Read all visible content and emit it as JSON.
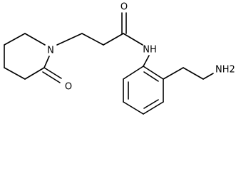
{
  "diagram": {
    "type": "chemical-structure",
    "atoms": {
      "carbonyl_oxygen": "O",
      "amide_nitrogen": "NH",
      "ring_nitrogen": "N",
      "ring_oxygen": "O",
      "amine": "NH2"
    }
  }
}
